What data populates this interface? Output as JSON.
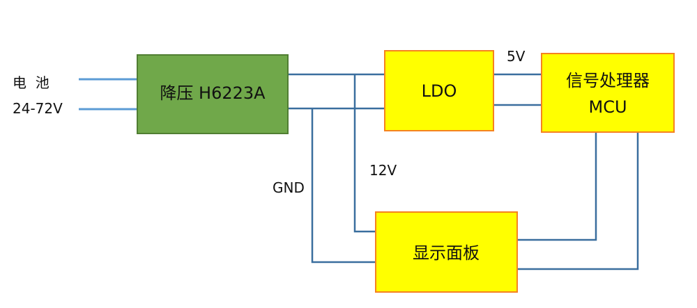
{
  "blocks": {
    "buck": {
      "label": "降压 H6223A"
    },
    "ldo": {
      "label": "LDO"
    },
    "mcu": {
      "label_line1": "信号处理器",
      "label_line2": "MCU"
    },
    "display": {
      "label": "显示面板"
    }
  },
  "labels": {
    "battery": "电  池",
    "battery_voltage": "24-72V",
    "v5": "5V",
    "v12": "12V",
    "gnd": "GND"
  },
  "colors": {
    "green_fill": "#70A84A",
    "green_border": "#507E32",
    "yellow_fill": "#FFFF00",
    "orange_border": "#F58220",
    "wire": "#3A6E9E",
    "battery_wire": "#5B9BD5"
  }
}
